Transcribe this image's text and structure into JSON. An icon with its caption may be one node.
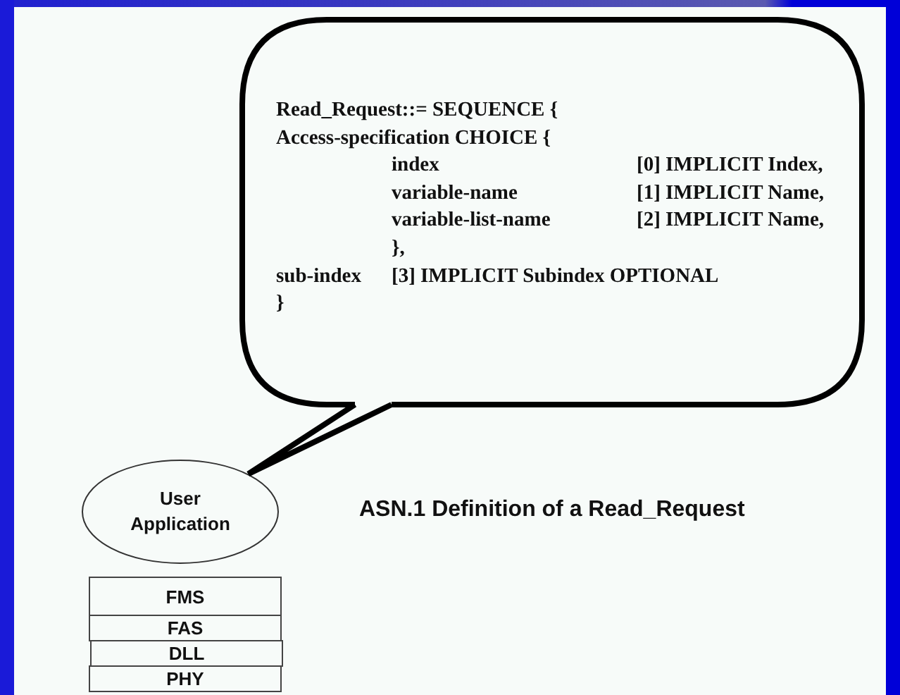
{
  "diagram": {
    "nodes": [
      {
        "text": [
          "Read_Request::= SEQUENCE {",
          "Access-specification  CHOICE {",
          "index",
          "[0] IMPLICIT Index,",
          "variable-name",
          "[1] IMPLICIT Name,",
          "variable-list-name",
          "[2] IMPLICIT Name,",
          "},",
          "sub-index",
          "[3] IMPLICIT Subindex OPTIONAL",
          "}"
        ]
      },
      {
        "text": [
          "User Application"
        ]
      },
      {
        "text": [
          "FMS"
        ]
      },
      {
        "text": [
          "FAS"
        ]
      },
      {
        "text": [
          "DLL"
        ]
      },
      {
        "text": [
          "PHY"
        ]
      }
    ],
    "edges": [
      {
        "from": 0,
        "to": 1,
        "arrow": "none"
      }
    ],
    "labels": [
      "ASN.1 Definition of a Read_Request"
    ]
  }
}
